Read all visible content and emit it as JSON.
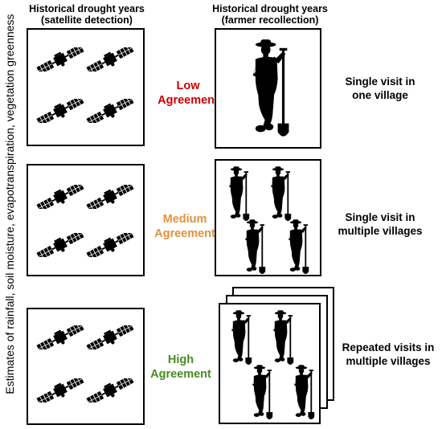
{
  "headers": {
    "satellite": [
      "Historical drought years",
      "(satellite detection)"
    ],
    "farmer": [
      "Historical drought years",
      "(farmer recollection)"
    ]
  },
  "side_label": "Estimates of rainfall, soil moisture, evapotranspiration, vegetation greenness",
  "rows": [
    {
      "agreement": [
        "Low",
        "Agreement"
      ],
      "agreement_color": "#cc0000",
      "visits": [
        "Single visit in",
        "one village"
      ]
    },
    {
      "agreement": [
        "Medium",
        "Agreement"
      ],
      "agreement_color": "#e69138",
      "visits": [
        "Single visit in",
        "multiple villages"
      ]
    },
    {
      "agreement": [
        "High",
        "Agreement"
      ],
      "agreement_color": "#4a8a20",
      "visits": [
        "Repeated visits in",
        "multiple villages"
      ]
    }
  ],
  "icons": {
    "satellite": "satellite-icon",
    "farmer": "farmer-with-shovel-icon"
  }
}
